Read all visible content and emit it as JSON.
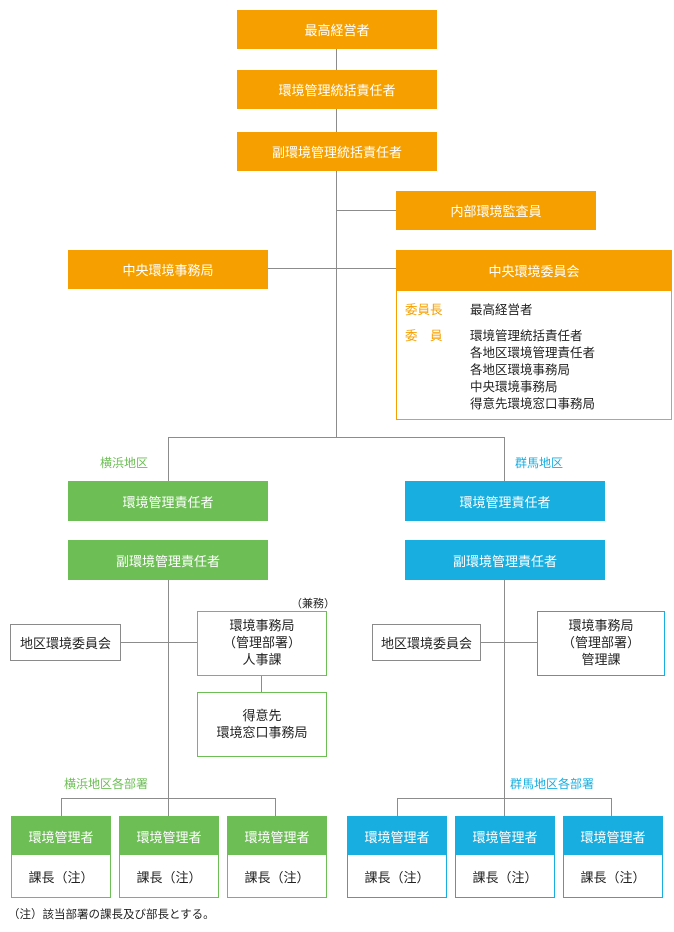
{
  "colors": {
    "orange": "#f5a000",
    "green": "#6cbe55",
    "blue": "#18aee0",
    "line": "#8c8c8c"
  },
  "top": {
    "ceo": "最高経営者",
    "general_manager": "環境管理統括責任者",
    "deputy_general_manager": "副環境管理統括責任者",
    "internal_auditor": "内部環境監査員",
    "central_office": "中央環境事務局"
  },
  "committee": {
    "title": "中央環境委員会",
    "chair_label": "委員長",
    "chair_value": "最高経営者",
    "member_label": "委　員",
    "members": [
      "環境管理統括責任者",
      "各地区環境管理責任者",
      "各地区環境事務局",
      "中央環境事務局",
      "得意先環境窓口事務局"
    ]
  },
  "yokohama": {
    "region": "横浜地区",
    "manager": "環境管理責任者",
    "deputy": "副環境管理責任者",
    "local_committee": "地区環境委員会",
    "concurrent": "（兼務）",
    "office": "環境事務局\n（管理部署）\n人事課",
    "customer_office": "得意先\n環境窓口事務局",
    "departments_label": "横浜地区各部署",
    "dept_head": "環境管理者",
    "dept_body": "課長（注）"
  },
  "gunma": {
    "region": "群馬地区",
    "manager": "環境管理責任者",
    "deputy": "副環境管理責任者",
    "local_committee": "地区環境委員会",
    "office": "環境事務局\n（管理部署）\n管理課",
    "departments_label": "群馬地区各部署",
    "dept_head": "環境管理者",
    "dept_body": "課長（注）"
  },
  "footnote": "（注）該当部署の課長及び部長とする。"
}
